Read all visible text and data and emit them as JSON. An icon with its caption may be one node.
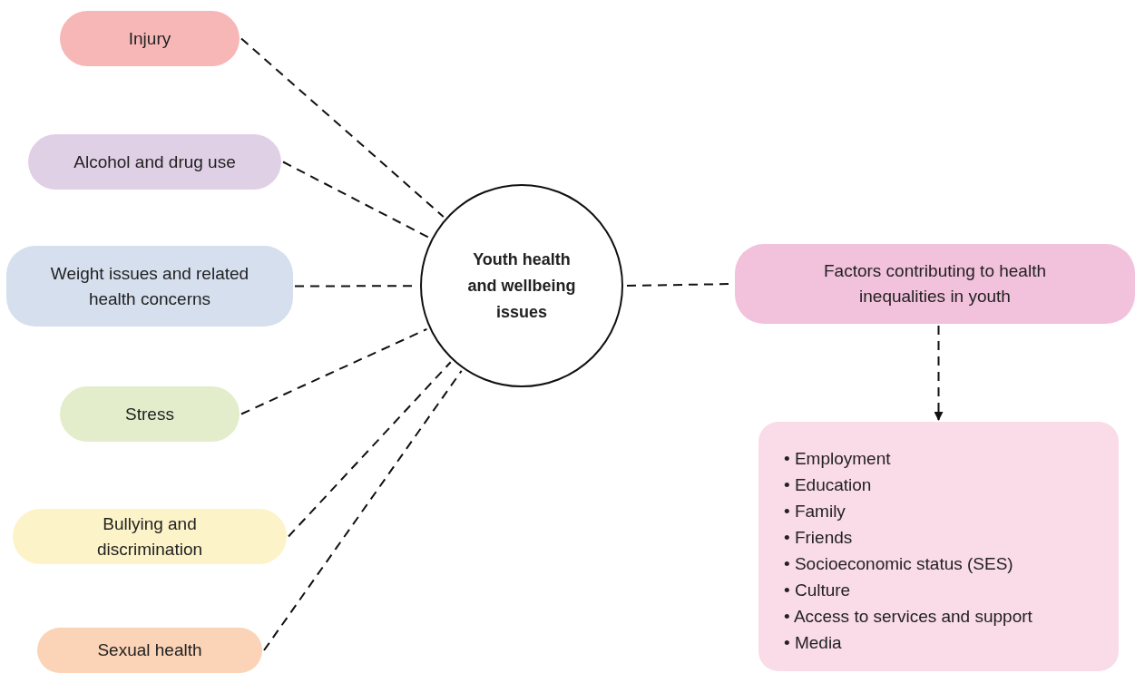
{
  "diagram": {
    "nodes": [
      {
        "text": [
          "Injury"
        ]
      },
      {
        "text": [
          "Alcohol and drug use"
        ]
      },
      {
        "text": [
          "Weight issues and related health concerns"
        ]
      },
      {
        "text": [
          "Stress"
        ]
      },
      {
        "text": [
          "Bullying and discrimination"
        ]
      },
      {
        "text": [
          "Sexual health"
        ]
      },
      {
        "text": [
          "Youth health and wellbeing issues"
        ]
      },
      {
        "text": [
          "Factors contributing to health inequalities in youth"
        ]
      },
      {
        "text": [
          "• Employment",
          "• Education",
          "• Family",
          "• Friends",
          "• Socioeconomic status (SES)",
          "• Culture",
          "• Access to services and support",
          "• Media"
        ]
      }
    ],
    "edges": [
      {
        "from": 0,
        "to": 6,
        "arrow": "none",
        "style": "dashed"
      },
      {
        "from": 1,
        "to": 6,
        "arrow": "none",
        "style": "dashed"
      },
      {
        "from": 2,
        "to": 6,
        "arrow": "none",
        "style": "dashed"
      },
      {
        "from": 3,
        "to": 6,
        "arrow": "none",
        "style": "dashed"
      },
      {
        "from": 4,
        "to": 6,
        "arrow": "none",
        "style": "dashed"
      },
      {
        "from": 5,
        "to": 6,
        "arrow": "none",
        "style": "dashed"
      },
      {
        "from": 6,
        "to": 7,
        "arrow": "none",
        "style": "dashed"
      },
      {
        "from": 7,
        "to": 8,
        "arrow": "to",
        "style": "dashed"
      }
    ]
  }
}
